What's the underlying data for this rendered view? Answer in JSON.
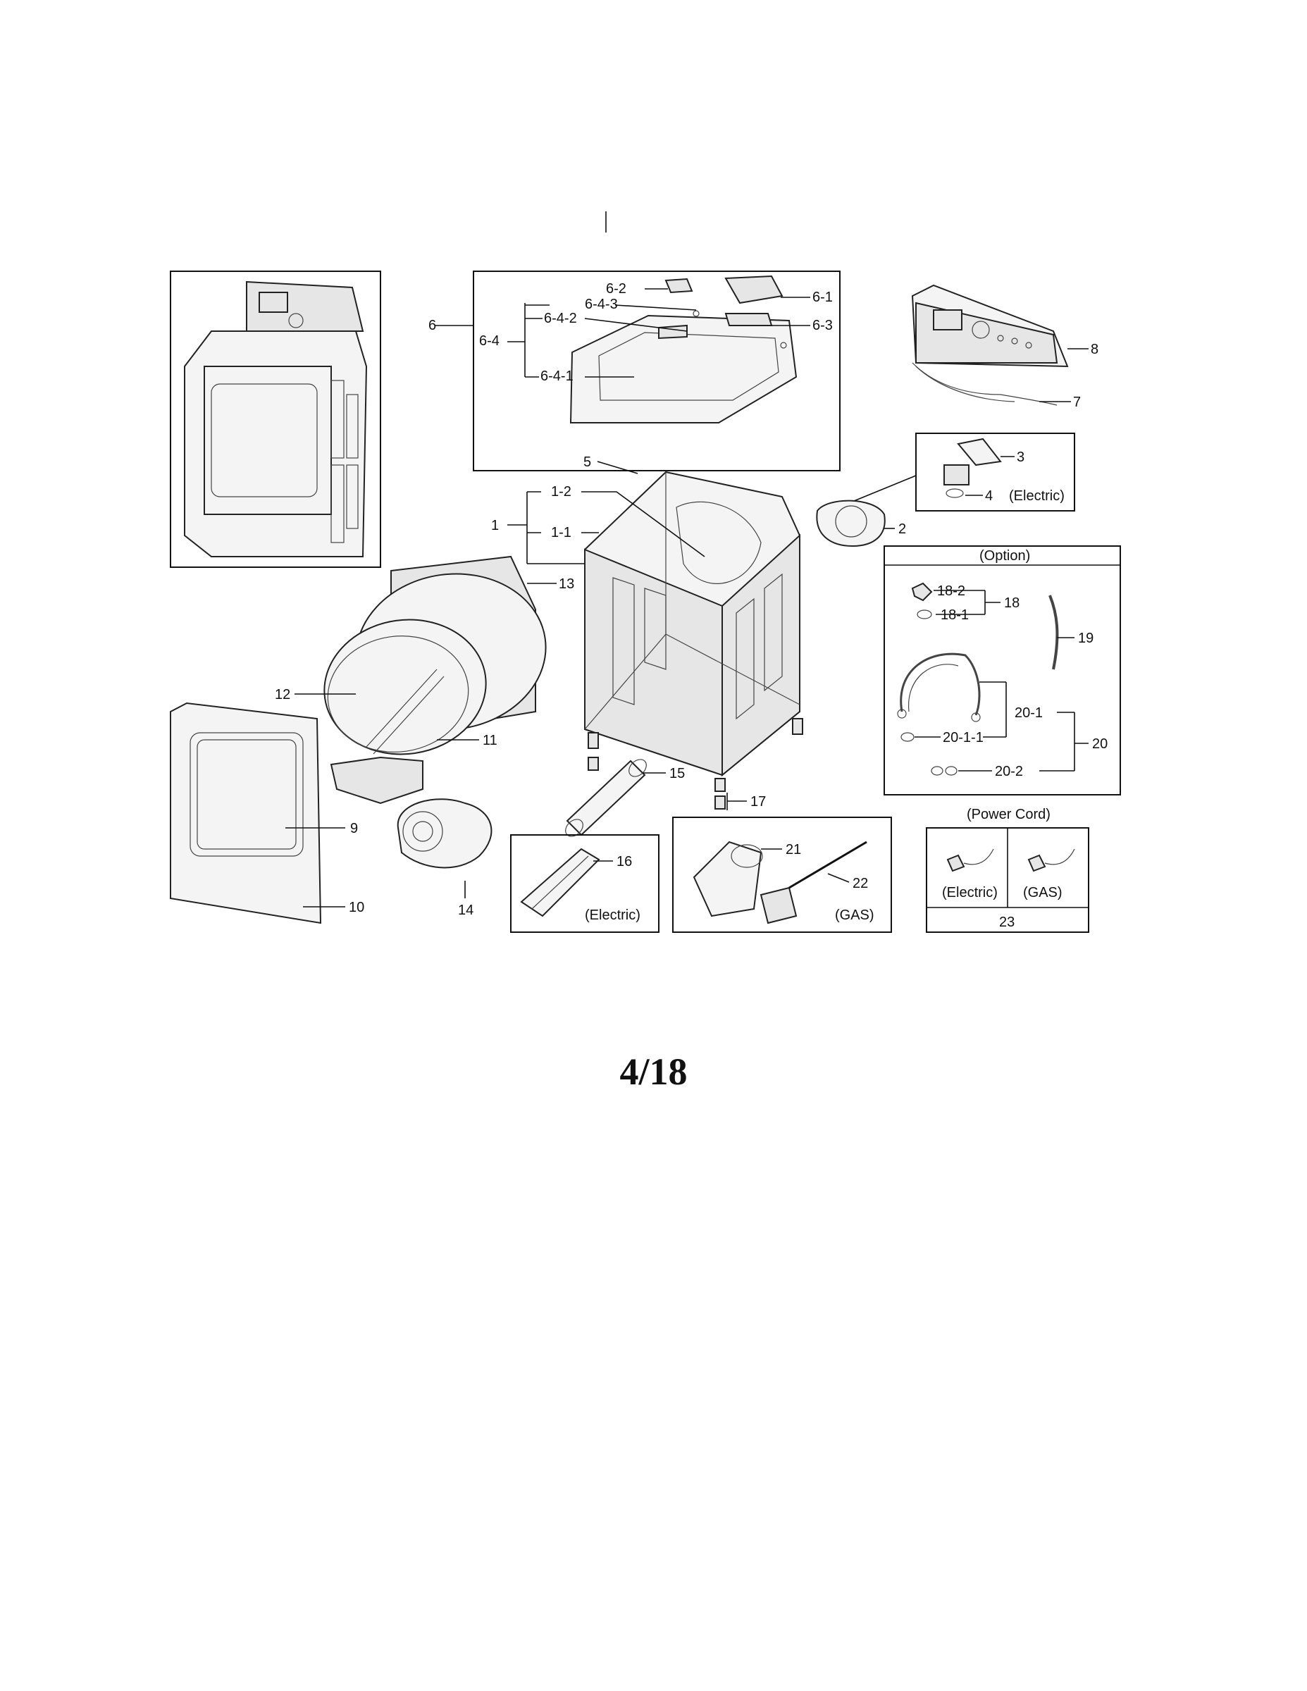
{
  "page": {
    "number": "4/18"
  },
  "labels": {
    "l1": "1",
    "l1_1": "1-1",
    "l1_2": "1-2",
    "l2": "2",
    "l3": "3",
    "l4": "4",
    "l5": "5",
    "l6": "6",
    "l6_1": "6-1",
    "l6_2": "6-2",
    "l6_3": "6-3",
    "l6_4": "6-4",
    "l6_4_1": "6-4-1",
    "l6_4_2": "6-4-2",
    "l6_4_3": "6-4-3",
    "l7": "7",
    "l8": "8",
    "l9": "9",
    "l10": "10",
    "l11": "11",
    "l12": "12",
    "l13": "13",
    "l14": "14",
    "l15": "15",
    "l16": "16",
    "l17": "17",
    "l18": "18",
    "l18_1": "18-1",
    "l18_2": "18-2",
    "l19": "19",
    "l20": "20",
    "l20_1": "20-1",
    "l20_1_1": "20-1-1",
    "l20_2": "20-2",
    "l21": "21",
    "l22": "22",
    "l23": "23"
  },
  "captions": {
    "electric_filter": "(Electric)",
    "option": "(Option)",
    "heater_electric": "(Electric)",
    "gas": "(GAS)",
    "power_cord": "(Power Cord)",
    "cord_electric": "(Electric)",
    "cord_gas": "(GAS)"
  }
}
